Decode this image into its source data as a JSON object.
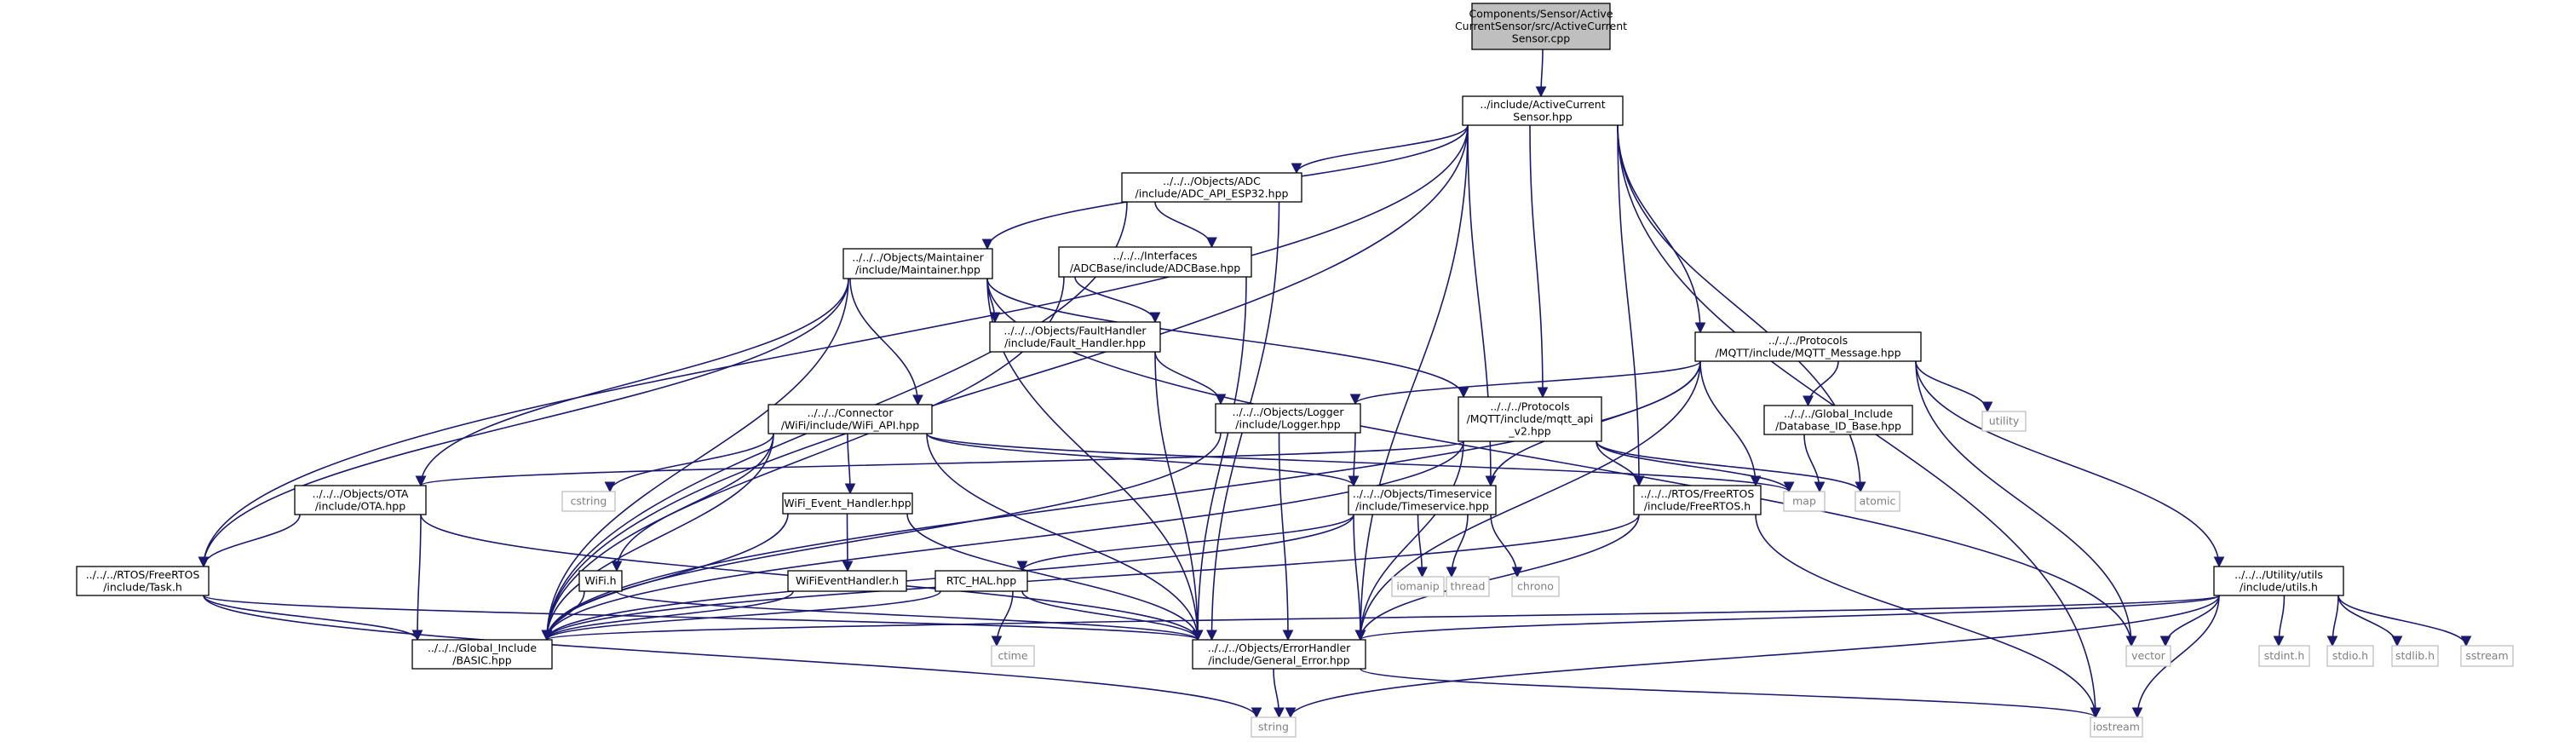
{
  "colors": {
    "edge": "#191970",
    "root_fill": "#bfbfbf",
    "node_border": "#000000",
    "sys_border": "#bfbfbf",
    "text": "#000000",
    "sys_text": "#7f7f7f"
  },
  "nodes": [
    {
      "id": "root",
      "kind": "root",
      "lines": [
        "Components/Sensor/Active",
        "CurrentSensor/src/ActiveCurrent",
        "Sensor.cpp"
      ]
    },
    {
      "id": "acs",
      "kind": "file",
      "lines": [
        "../include/ActiveCurrent",
        "Sensor.hpp"
      ]
    },
    {
      "id": "adcapi",
      "kind": "file",
      "lines": [
        "../../../Objects/ADC",
        "/include/ADC_API_ESP32.hpp"
      ]
    },
    {
      "id": "adcbase",
      "kind": "file",
      "lines": [
        "../../../Interfaces",
        "/ADCBase/include/ADCBase.hpp"
      ]
    },
    {
      "id": "maint",
      "kind": "file",
      "lines": [
        "../../../Objects/Maintainer",
        "/include/Maintainer.hpp"
      ]
    },
    {
      "id": "fault",
      "kind": "file",
      "lines": [
        "../../../Objects/FaultHandler",
        "/include/Fault_Handler.hpp"
      ]
    },
    {
      "id": "mqttmsg",
      "kind": "file",
      "lines": [
        "../../../Protocols",
        "/MQTT/include/MQTT_Message.hpp"
      ]
    },
    {
      "id": "wifiapi",
      "kind": "file",
      "lines": [
        "../../../Connector",
        "/WiFi/include/WiFi_API.hpp"
      ]
    },
    {
      "id": "logger",
      "kind": "file",
      "lines": [
        "../../../Objects/Logger",
        "/include/Logger.hpp"
      ]
    },
    {
      "id": "mqttapi",
      "kind": "file",
      "lines": [
        "../../../Protocols",
        "/MQTT/include/mqtt_api",
        "_v2.hpp"
      ]
    },
    {
      "id": "dbid",
      "kind": "file",
      "lines": [
        "../../../Global_Include",
        "/Database_ID_Base.hpp"
      ]
    },
    {
      "id": "utility",
      "kind": "sys",
      "lines": [
        "utility"
      ]
    },
    {
      "id": "ota",
      "kind": "file",
      "lines": [
        "../../../Objects/OTA",
        "/include/OTA.hpp"
      ]
    },
    {
      "id": "cstring",
      "kind": "sys",
      "lines": [
        "cstring"
      ]
    },
    {
      "id": "wifievt",
      "kind": "file",
      "lines": [
        "WiFi_Event_Handler.hpp"
      ]
    },
    {
      "id": "timesvc",
      "kind": "file",
      "lines": [
        "../../../Objects/Timeservice",
        "/include/Timeservice.hpp"
      ]
    },
    {
      "id": "freertos",
      "kind": "file",
      "lines": [
        "../../../RTOS/FreeRTOS",
        "/include/FreeRTOS.h"
      ]
    },
    {
      "id": "map",
      "kind": "sys",
      "lines": [
        "map"
      ]
    },
    {
      "id": "atomic",
      "kind": "sys",
      "lines": [
        "atomic"
      ]
    },
    {
      "id": "task",
      "kind": "file",
      "lines": [
        "../../../RTOS/FreeRTOS",
        "/include/Task.h"
      ]
    },
    {
      "id": "wifih",
      "kind": "file",
      "lines": [
        "WiFi.h"
      ]
    },
    {
      "id": "wifievth",
      "kind": "file",
      "lines": [
        "WiFiEventHandler.h"
      ]
    },
    {
      "id": "rtchal",
      "kind": "file",
      "lines": [
        "RTC_HAL.hpp"
      ]
    },
    {
      "id": "iomanip",
      "kind": "sys",
      "lines": [
        "iomanip"
      ]
    },
    {
      "id": "thread",
      "kind": "sys",
      "lines": [
        "thread"
      ]
    },
    {
      "id": "chrono",
      "kind": "sys",
      "lines": [
        "chrono"
      ]
    },
    {
      "id": "utils",
      "kind": "file",
      "lines": [
        "../../../Utility/utils",
        "/include/utils.h"
      ]
    },
    {
      "id": "basic",
      "kind": "file",
      "lines": [
        "../../../Global_Include",
        "/BASIC.hpp"
      ]
    },
    {
      "id": "generr",
      "kind": "file",
      "lines": [
        "../../../Objects/ErrorHandler",
        "/include/General_Error.hpp"
      ]
    },
    {
      "id": "ctime",
      "kind": "sys",
      "lines": [
        "ctime"
      ]
    },
    {
      "id": "vector",
      "kind": "sys",
      "lines": [
        "vector"
      ]
    },
    {
      "id": "stdint",
      "kind": "sys",
      "lines": [
        "stdint.h"
      ]
    },
    {
      "id": "stdio",
      "kind": "sys",
      "lines": [
        "stdio.h"
      ]
    },
    {
      "id": "stdlib",
      "kind": "sys",
      "lines": [
        "stdlib.h"
      ]
    },
    {
      "id": "sstream",
      "kind": "sys",
      "lines": [
        "sstream"
      ]
    },
    {
      "id": "string",
      "kind": "sys",
      "lines": [
        "string"
      ]
    },
    {
      "id": "iostream",
      "kind": "sys",
      "lines": [
        "iostream"
      ]
    }
  ],
  "edges": [
    [
      "root",
      "acs"
    ],
    [
      "acs",
      "adcapi"
    ],
    [
      "acs",
      "maint"
    ],
    [
      "acs",
      "mqttmsg"
    ],
    [
      "acs",
      "mqttapi"
    ],
    [
      "acs",
      "timesvc"
    ],
    [
      "acs",
      "freertos"
    ],
    [
      "acs",
      "atomic"
    ],
    [
      "acs",
      "generr"
    ],
    [
      "acs",
      "iostream"
    ],
    [
      "acs",
      "basic"
    ],
    [
      "acs",
      "task"
    ],
    [
      "adcapi",
      "adcbase"
    ],
    [
      "adcapi",
      "basic"
    ],
    [
      "adcapi",
      "generr"
    ],
    [
      "adcbase",
      "fault"
    ],
    [
      "adcbase",
      "basic"
    ],
    [
      "adcbase",
      "generr"
    ],
    [
      "maint",
      "fault"
    ],
    [
      "maint",
      "wifiapi"
    ],
    [
      "maint",
      "mqttapi"
    ],
    [
      "maint",
      "ota"
    ],
    [
      "maint",
      "task"
    ],
    [
      "maint",
      "basic"
    ],
    [
      "maint",
      "generr"
    ],
    [
      "maint",
      "vector"
    ],
    [
      "fault",
      "logger"
    ],
    [
      "fault",
      "generr"
    ],
    [
      "mqttmsg",
      "logger"
    ],
    [
      "mqttmsg",
      "dbid"
    ],
    [
      "mqttmsg",
      "utility"
    ],
    [
      "mqttmsg",
      "timesvc"
    ],
    [
      "mqttmsg",
      "freertos"
    ],
    [
      "mqttmsg",
      "utils"
    ],
    [
      "mqttmsg",
      "vector"
    ],
    [
      "mqttmsg",
      "generr"
    ],
    [
      "mqttmsg",
      "basic"
    ],
    [
      "wifiapi",
      "cstring"
    ],
    [
      "wifiapi",
      "wifievt"
    ],
    [
      "wifiapi",
      "wifih"
    ],
    [
      "wifiapi",
      "timesvc"
    ],
    [
      "wifiapi",
      "basic"
    ],
    [
      "wifiapi",
      "generr"
    ],
    [
      "wifiapi",
      "map"
    ],
    [
      "logger",
      "timesvc"
    ],
    [
      "logger",
      "basic"
    ],
    [
      "logger",
      "generr"
    ],
    [
      "mqttapi",
      "freertos"
    ],
    [
      "mqttapi",
      "map"
    ],
    [
      "mqttapi",
      "atomic"
    ],
    [
      "mqttapi",
      "ota"
    ],
    [
      "mqttapi",
      "basic"
    ],
    [
      "mqttapi",
      "generr"
    ],
    [
      "dbid",
      "map"
    ],
    [
      "ota",
      "task"
    ],
    [
      "ota",
      "basic"
    ],
    [
      "ota",
      "generr"
    ],
    [
      "wifievt",
      "wifievth"
    ],
    [
      "wifievt",
      "basic"
    ],
    [
      "wifievt",
      "generr"
    ],
    [
      "timesvc",
      "rtchal"
    ],
    [
      "timesvc",
      "iomanip"
    ],
    [
      "timesvc",
      "thread"
    ],
    [
      "timesvc",
      "chrono"
    ],
    [
      "timesvc",
      "basic"
    ],
    [
      "timesvc",
      "generr"
    ],
    [
      "freertos",
      "generr"
    ],
    [
      "freertos",
      "iostream"
    ],
    [
      "freertos",
      "basic"
    ],
    [
      "task",
      "basic"
    ],
    [
      "task",
      "generr"
    ],
    [
      "task",
      "string"
    ],
    [
      "wifih",
      "basic"
    ],
    [
      "wifih",
      "generr"
    ],
    [
      "wifievth",
      "basic"
    ],
    [
      "rtchal",
      "ctime"
    ],
    [
      "rtchal",
      "basic"
    ],
    [
      "rtchal",
      "generr"
    ],
    [
      "utils",
      "generr"
    ],
    [
      "utils",
      "vector"
    ],
    [
      "utils",
      "stdint"
    ],
    [
      "utils",
      "stdio"
    ],
    [
      "utils",
      "stdlib"
    ],
    [
      "utils",
      "sstream"
    ],
    [
      "utils",
      "string"
    ],
    [
      "utils",
      "iostream"
    ],
    [
      "utils",
      "basic"
    ],
    [
      "generr",
      "string"
    ],
    [
      "generr",
      "iostream"
    ]
  ]
}
